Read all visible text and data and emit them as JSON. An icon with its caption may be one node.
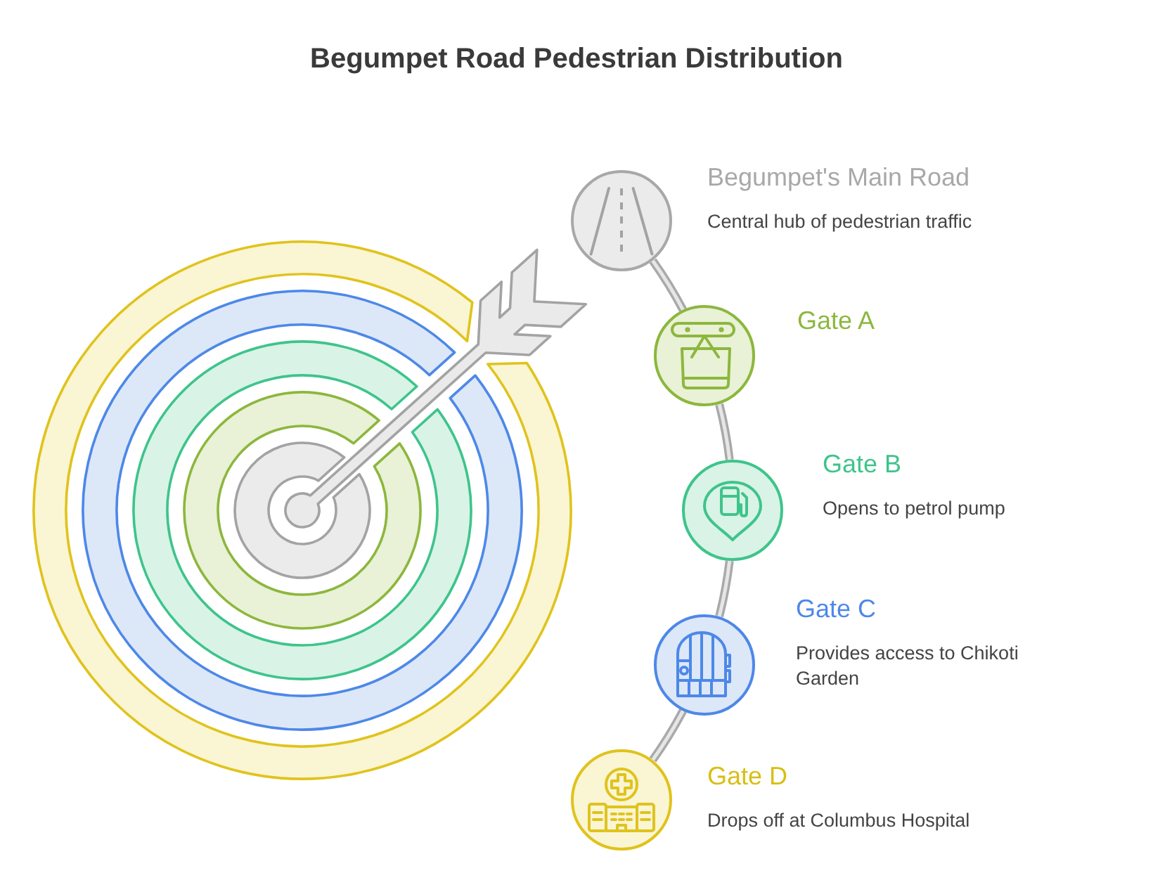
{
  "diagram": {
    "title": "Begumpet Road Pedestrian Distribution",
    "nodes": [
      {
        "text": [],
        "shape": "circle",
        "beside": [
          "Begumpet's Main Road",
          "Central hub of pedestrian traffic"
        ]
      },
      {
        "text": [],
        "shape": "circle",
        "beside": [
          "Gate A"
        ]
      },
      {
        "text": [],
        "shape": "circle",
        "beside": [
          "Gate B",
          "Opens to petrol pump"
        ]
      },
      {
        "text": [],
        "shape": "circle",
        "beside": [
          "Gate C",
          "Provides access to Chikoti Garden"
        ]
      },
      {
        "text": [],
        "shape": "circle",
        "beside": [
          "Gate D",
          "Drops off at Columbus Hospital"
        ]
      }
    ],
    "edges": [
      {
        "from": 0,
        "to": 1,
        "arrow": "none"
      },
      {
        "from": 1,
        "to": 2,
        "arrow": "none"
      },
      {
        "from": 2,
        "to": 3,
        "arrow": "none"
      },
      {
        "from": 3,
        "to": 4,
        "arrow": "none"
      }
    ]
  }
}
